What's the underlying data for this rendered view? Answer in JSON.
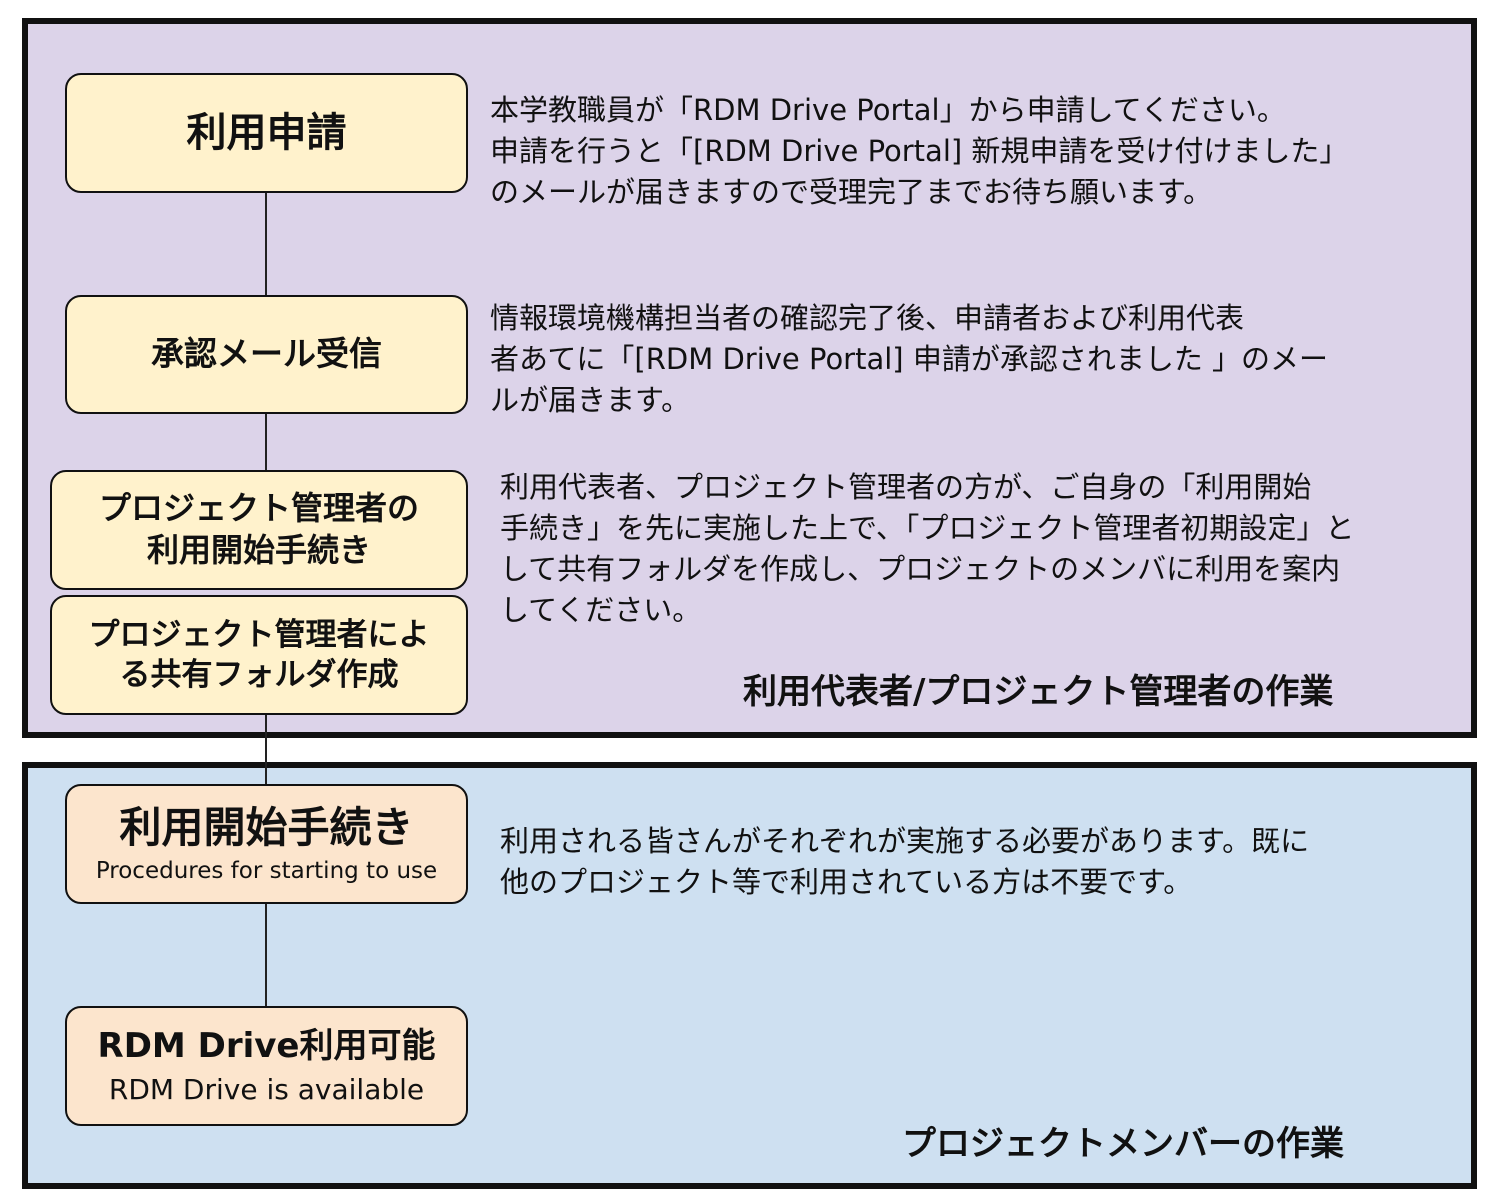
{
  "steps": {
    "apply": {
      "title": "利用申請"
    },
    "approval": {
      "title": "承認メール受信"
    },
    "pm_start": {
      "line1": "プロジェクト管理者の",
      "line2": "利用開始手続き"
    },
    "shared_folder": {
      "line1": "プロジェクト管理者によ",
      "line2": "る共有フォルダ作成"
    },
    "start_use": {
      "title": "利用開始手続き",
      "subtitle": "Procedures for starting to use"
    },
    "available": {
      "title": "RDM Drive利用可能",
      "subtitle": "RDM Drive is available"
    }
  },
  "descriptions": {
    "apply": [
      "本学教職員が「RDM Drive Portal」から申請してください。",
      "申請を行うと「[RDM Drive Portal] 新規申請を受け付けました」",
      "のメールが届きますので受理完了までお待ち願います。"
    ],
    "approval": [
      "情報環境機構担当者の確認完了後、申請者および利用代表",
      "者あてに「[RDM Drive Portal] 申請が承認されました 」のメー",
      "ルが届きます。"
    ],
    "pm": [
      "利用代表者、プロジェクト管理者の方が、ご自身の「利用開始",
      "手続き」を先に実施した上で、「プロジェクト管理者初期設定」と",
      "して共有フォルダを作成し、プロジェクトのメンバに利用を案内",
      "してください。"
    ],
    "member": [
      "利用される皆さんがそれぞれが実施する必要があります。既に",
      "他のプロジェクト等で利用されている方は不要です。"
    ]
  },
  "sections": {
    "top_label": "利用代表者/プロジェクト管理者の作業",
    "bottom_label": "プロジェクトメンバーの作業"
  },
  "colors": {
    "top_panel": "#dcd3e9",
    "bottom_panel": "#cee0f1",
    "step_yellow": "#fff2cc",
    "step_peach": "#fce5cd"
  }
}
